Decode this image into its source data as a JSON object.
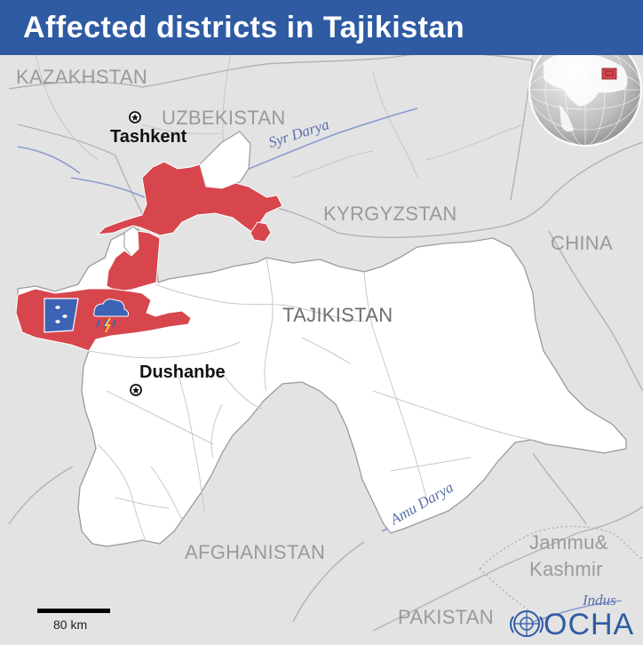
{
  "title": "Affected districts in Tajikistan",
  "countries": {
    "kazakhstan": "KAZAKHSTAN",
    "uzbekistan": "UZBEKISTAN",
    "kyrgyzstan": "KYRGYZSTAN",
    "china": "CHINA",
    "tajikistan": "TAJIKISTAN",
    "afghanistan": "AFGHANISTAN",
    "pakistan": "PAKISTAN",
    "jammu_line1": "Jammu&",
    "jammu_line2": "Kashmir"
  },
  "cities": {
    "tashkent": "Tashkent",
    "dushanbe": "Dushanbe"
  },
  "rivers": {
    "syr_darya": "Syr Darya",
    "amu_darya": "Amu Darya",
    "indus": "Indus"
  },
  "scale": {
    "label": "80 km"
  },
  "logo": {
    "text": "OCHA",
    "emblem": "un-emblem-icon"
  },
  "icons": {
    "flood": "flood-icon",
    "storm": "storm-rain-icon",
    "capital": "capital-star-icon",
    "globe": "globe-locator-icon"
  },
  "colors": {
    "header": "#2f5ba3",
    "affected": "#d7464c",
    "tajikistan": "#ffffff",
    "neighbors": "#e3e3e3",
    "river": "#8a9bd0",
    "icon_blue": "#3d63b4"
  }
}
